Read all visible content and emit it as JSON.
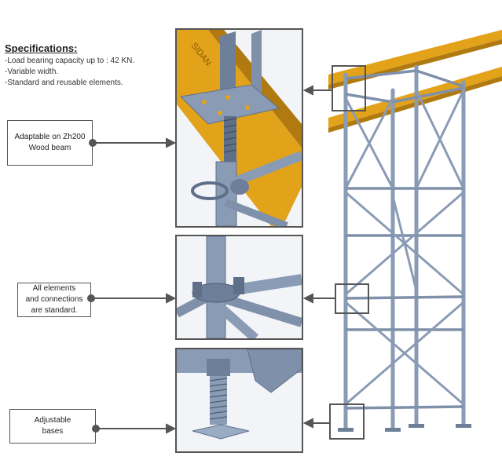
{
  "specifications": {
    "title": "Specifications:",
    "lines": [
      "-Load bearing capacity up to : 42 KN.",
      "-Variable width.",
      "-Standard and reusable elements."
    ]
  },
  "callouts": [
    {
      "id": "wood-beam",
      "text": "Adaptable on Zh200\nWood beam"
    },
    {
      "id": "standard",
      "text": "All elements\nand connections\nare standard."
    },
    {
      "id": "bases",
      "text": "Adjustable\nbases"
    }
  ],
  "beam_lettering": "SIDAN",
  "colors": {
    "steel": "#8a9bb5",
    "steel_dark": "#5f6f8a",
    "beam": "#e2a21a",
    "beam_dark": "#b07a10",
    "frame": "#555555"
  }
}
